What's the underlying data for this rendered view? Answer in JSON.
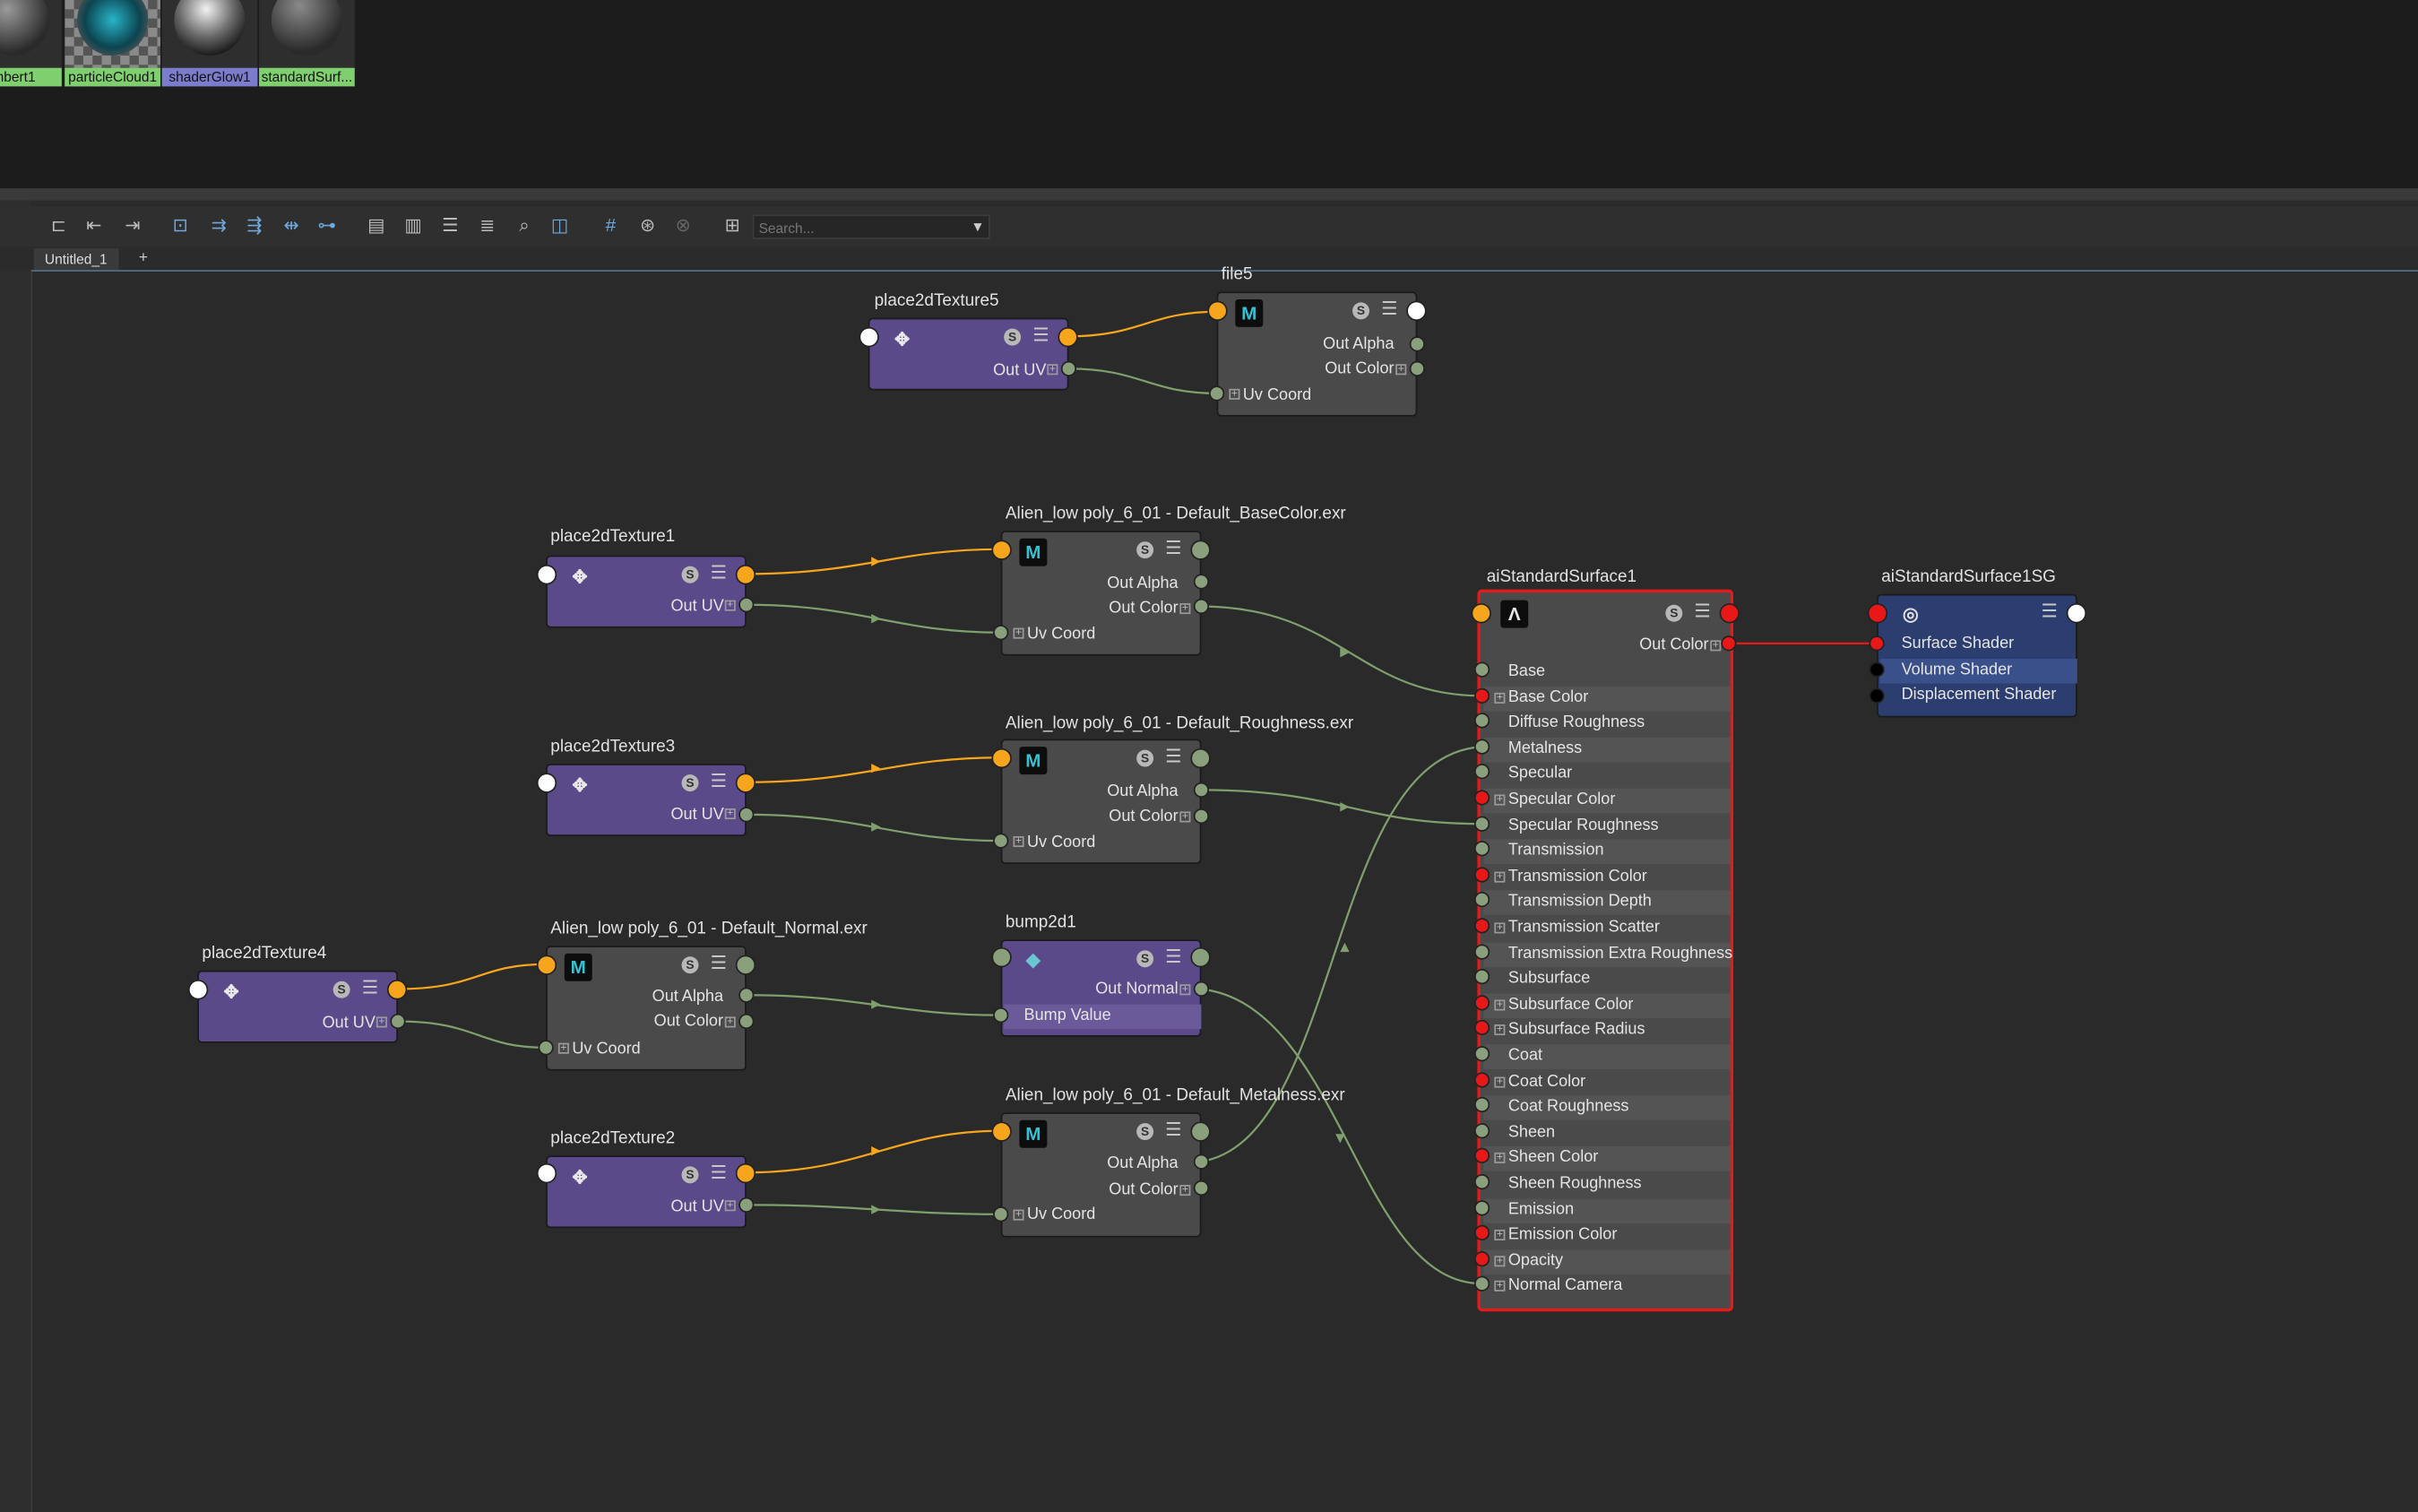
{
  "swatches": [
    {
      "label": "mbert1",
      "ball": "radial-gradient(circle at 40% 35%, #9a9a9a, #2a2a2a 70%)"
    },
    {
      "label": "particleCloud1",
      "ball": "radial-gradient(circle at 50% 50%, #28b4c8, #0c4450 55%, #555 80%)"
    },
    {
      "label": "shaderGlow1",
      "ball": "radial-gradient(circle at 45% 35%, #f2f2f2, #6a6a6a 45%, #1e1e1e 75%)"
    },
    {
      "label": "standardSurf...",
      "ball": "radial-gradient(circle at 40% 30%, #8a8a8a, #2a2a2a 70%)"
    }
  ],
  "toolbar": {
    "search_placeholder": "Search...",
    "icons": [
      "frame-icon",
      "graph-input-icon",
      "graph-output-icon",
      "graph-io-icon",
      "frame-all-icon",
      "frame-selected-icon",
      "layout-icon",
      "relayout-icon",
      "remove-selected-icon",
      "simple-view-icon",
      "connected-view-icon",
      "full-view-icon",
      "custom-view-icon",
      "search-icon",
      "zoom-icon",
      "grid-icon",
      "snap-icon",
      "camera-icon",
      "pin-icon"
    ]
  },
  "tabs": [
    {
      "label": "Untitled_1"
    }
  ],
  "tab_add": "+",
  "colors": {
    "accent_selected": "#e21b1b",
    "purple_node": "#5b4a8a",
    "gray_node": "#4a4a4a",
    "shading_group": "#2c3e6f",
    "yellow_link": "#f7a51d",
    "green_link": "#7f9f6d",
    "red_link": "#e81818"
  },
  "nodes": {
    "place2dTexture5": {
      "title": "place2dTexture5",
      "out_uv": "Out UV"
    },
    "file5": {
      "title": "file5",
      "out_alpha": "Out Alpha",
      "out_color": "Out Color",
      "uv_coord": "Uv Coord"
    },
    "place2dTexture1": {
      "title": "place2dTexture1",
      "out_uv": "Out UV"
    },
    "basecolor": {
      "title": "Alien_low poly_6_01 - Default_BaseColor.exr",
      "out_alpha": "Out Alpha",
      "out_color": "Out Color",
      "uv_coord": "Uv Coord"
    },
    "place2dTexture3": {
      "title": "place2dTexture3",
      "out_uv": "Out UV"
    },
    "roughness": {
      "title": "Alien_low poly_6_01 - Default_Roughness.exr",
      "out_alpha": "Out Alpha",
      "out_color": "Out Color",
      "uv_coord": "Uv Coord"
    },
    "place2dTexture4": {
      "title": "place2dTexture4",
      "out_uv": "Out UV"
    },
    "normal": {
      "title": "Alien_low poly_6_01 - Default_Normal.exr",
      "out_alpha": "Out Alpha",
      "out_color": "Out Color",
      "uv_coord": "Uv Coord"
    },
    "bump2d1": {
      "title": "bump2d1",
      "out_normal": "Out Normal",
      "bump_value": "Bump Value"
    },
    "place2dTexture2": {
      "title": "place2dTexture2",
      "out_uv": "Out UV"
    },
    "metalness": {
      "title": "Alien_low poly_6_01 - Default_Metalness.exr",
      "out_alpha": "Out Alpha",
      "out_color": "Out Color",
      "uv_coord": "Uv Coord"
    },
    "aiStandardSurface1": {
      "title": "aiStandardSurface1",
      "out_color": "Out Color",
      "attributes": [
        {
          "label": "Base",
          "port": "green",
          "plus": false
        },
        {
          "label": "Base Color",
          "port": "red",
          "plus": true
        },
        {
          "label": "Diffuse Roughness",
          "port": "green",
          "plus": false
        },
        {
          "label": "Metalness",
          "port": "green",
          "plus": false
        },
        {
          "label": "Specular",
          "port": "green",
          "plus": false
        },
        {
          "label": "Specular Color",
          "port": "red",
          "plus": true
        },
        {
          "label": "Specular Roughness",
          "port": "green",
          "plus": false
        },
        {
          "label": "Transmission",
          "port": "green",
          "plus": false
        },
        {
          "label": "Transmission Color",
          "port": "red",
          "plus": true
        },
        {
          "label": "Transmission Depth",
          "port": "green",
          "plus": false
        },
        {
          "label": "Transmission Scatter",
          "port": "red",
          "plus": true
        },
        {
          "label": "Transmission Extra Roughness",
          "port": "green",
          "plus": false
        },
        {
          "label": "Subsurface",
          "port": "green",
          "plus": false
        },
        {
          "label": "Subsurface Color",
          "port": "red",
          "plus": true
        },
        {
          "label": "Subsurface Radius",
          "port": "red",
          "plus": true
        },
        {
          "label": "Coat",
          "port": "green",
          "plus": false
        },
        {
          "label": "Coat Color",
          "port": "red",
          "plus": true
        },
        {
          "label": "Coat Roughness",
          "port": "green",
          "plus": false
        },
        {
          "label": "Sheen",
          "port": "green",
          "plus": false
        },
        {
          "label": "Sheen Color",
          "port": "red",
          "plus": true
        },
        {
          "label": "Sheen Roughness",
          "port": "green",
          "plus": false
        },
        {
          "label": "Emission",
          "port": "green",
          "plus": false
        },
        {
          "label": "Emission Color",
          "port": "red",
          "plus": true
        },
        {
          "label": "Opacity",
          "port": "red",
          "plus": true
        },
        {
          "label": "Normal Camera",
          "port": "green",
          "plus": true
        }
      ]
    },
    "aiStandardSurface1SG": {
      "title": "aiStandardSurface1SG",
      "surface_shader": "Surface Shader",
      "volume_shader": "Volume Shader",
      "displacement_shader": "Displacement Shader"
    }
  }
}
